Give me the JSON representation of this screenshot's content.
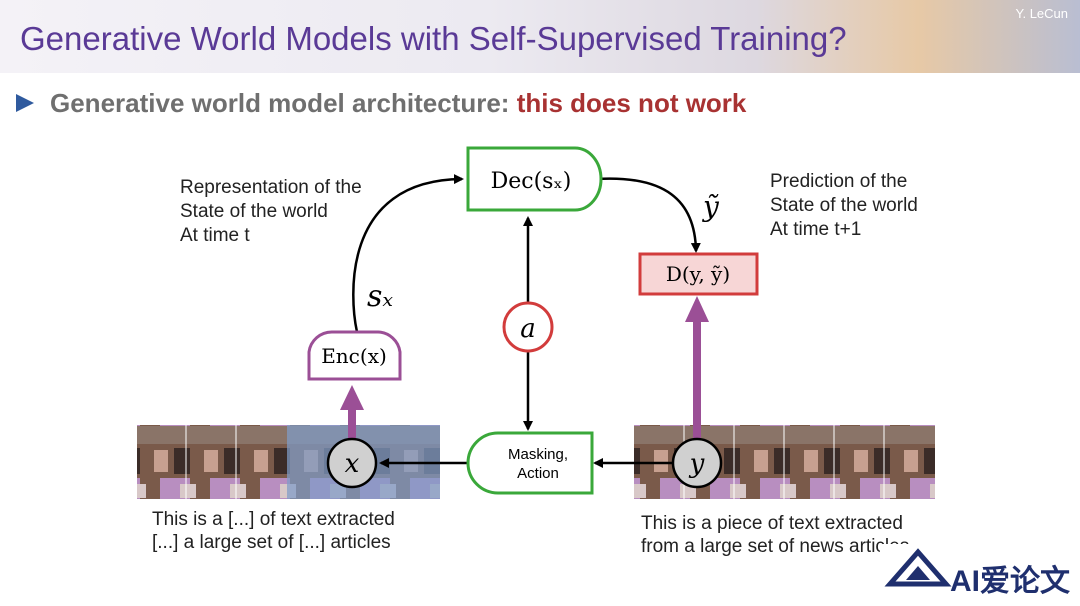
{
  "header": {
    "title": "Generative World Models with Self-Supervised Training?",
    "author": "Y. LeCun"
  },
  "subtitle": {
    "main": "Generative world model architecture: ",
    "emphasis": "this does not work"
  },
  "labels": {
    "representation": [
      "Representation of the",
      "State of the world",
      "At time t"
    ],
    "prediction": [
      "Prediction of the",
      "State of the world",
      "At time t+1"
    ]
  },
  "nodes": {
    "decoder": "Dec(sₓ)",
    "encoder": "Enc(x)",
    "distance": "D(y, ỹ)",
    "masking": [
      "Masking,",
      "Action"
    ],
    "action": "a",
    "input": "x",
    "target": "y",
    "sx": "sₓ",
    "ytilde": "ỹ"
  },
  "captions": {
    "left": [
      "This is a [...] of text extracted",
      "[...] a large set of [...] articles"
    ],
    "right": [
      "This is a piece of text extracted",
      "from a large set of news articles"
    ]
  },
  "watermark": "AI爱论文",
  "colors": {
    "title": "#5a3a96",
    "emphasis": "#a83232",
    "enc": "#9b4f96",
    "dec": "#3aa83a",
    "dist": "#d23c3c",
    "bullet": "#2f5a9e"
  }
}
